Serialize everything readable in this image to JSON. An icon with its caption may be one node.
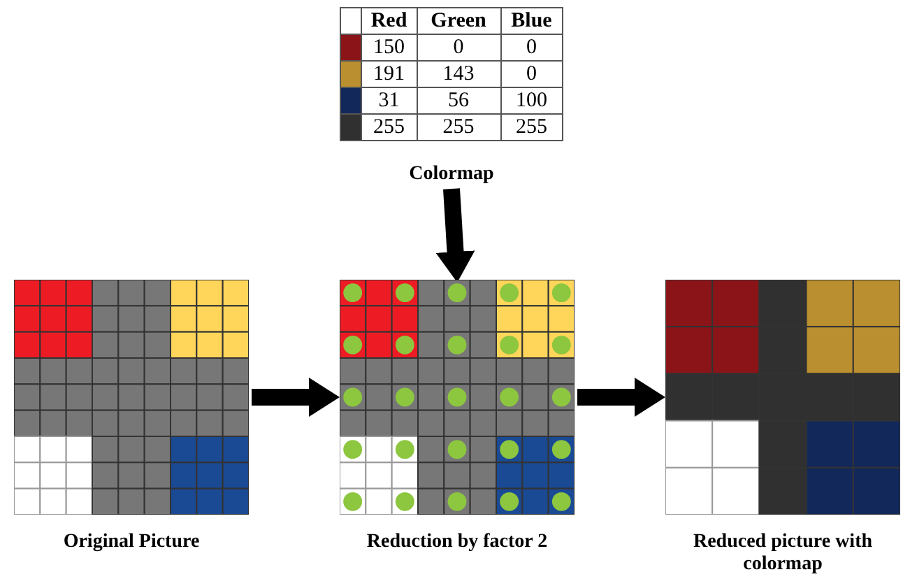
{
  "diagram": {
    "nodes": [
      {
        "text": [
          "Colormap"
        ]
      },
      {
        "text": [
          "Original Picture"
        ]
      },
      {
        "text": [
          "Reduction by factor 2"
        ]
      },
      {
        "text": [
          "Reduced picture with colormap"
        ]
      }
    ],
    "edges": [
      {
        "from": 0,
        "to": 2,
        "arrow": "to"
      },
      {
        "from": 1,
        "to": 2,
        "arrow": "to"
      },
      {
        "from": 2,
        "to": 3,
        "arrow": "to"
      }
    ],
    "labels": [
      "Red",
      "Green",
      "Blue",
      "150",
      "0",
      "0",
      "191",
      "143",
      "0",
      "31",
      "56",
      "100",
      "255",
      "255",
      "255"
    ]
  }
}
